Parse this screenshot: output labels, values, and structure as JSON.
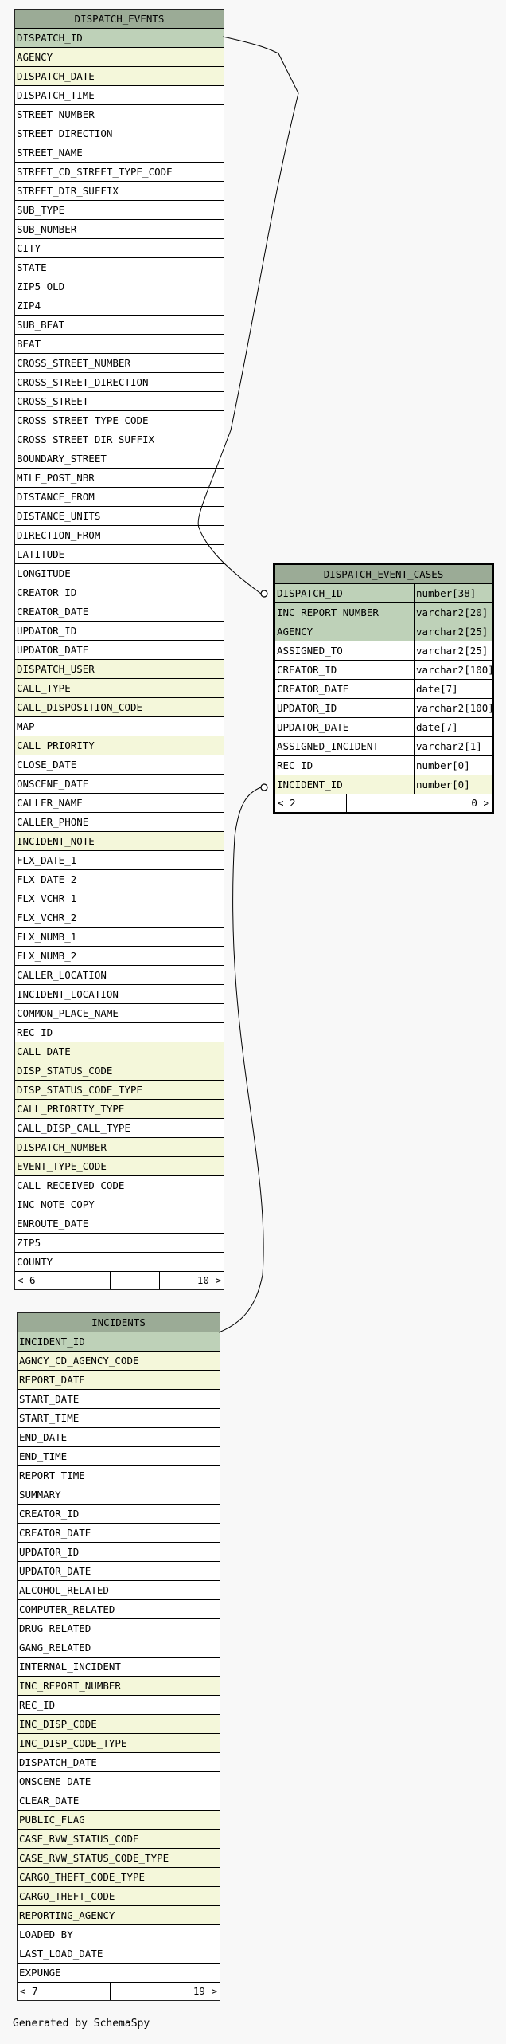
{
  "tables": {
    "dispatch_events": {
      "title": "DISPATCH_EVENTS",
      "columns": [
        {
          "name": "DISPATCH_ID",
          "kind": "pk"
        },
        {
          "name": "AGENCY",
          "kind": "fk"
        },
        {
          "name": "DISPATCH_DATE",
          "kind": "fk"
        },
        {
          "name": "DISPATCH_TIME",
          "kind": "plain"
        },
        {
          "name": "STREET_NUMBER",
          "kind": "plain"
        },
        {
          "name": "STREET_DIRECTION",
          "kind": "plain"
        },
        {
          "name": "STREET_NAME",
          "kind": "plain"
        },
        {
          "name": "STREET_CD_STREET_TYPE_CODE",
          "kind": "plain"
        },
        {
          "name": "STREET_DIR_SUFFIX",
          "kind": "plain"
        },
        {
          "name": "SUB_TYPE",
          "kind": "plain"
        },
        {
          "name": "SUB_NUMBER",
          "kind": "plain"
        },
        {
          "name": "CITY",
          "kind": "plain"
        },
        {
          "name": "STATE",
          "kind": "plain"
        },
        {
          "name": "ZIP5_OLD",
          "kind": "plain"
        },
        {
          "name": "ZIP4",
          "kind": "plain"
        },
        {
          "name": "SUB_BEAT",
          "kind": "plain"
        },
        {
          "name": "BEAT",
          "kind": "plain"
        },
        {
          "name": "CROSS_STREET_NUMBER",
          "kind": "plain"
        },
        {
          "name": "CROSS_STREET_DIRECTION",
          "kind": "plain"
        },
        {
          "name": "CROSS_STREET",
          "kind": "plain"
        },
        {
          "name": "CROSS_STREET_TYPE_CODE",
          "kind": "plain"
        },
        {
          "name": "CROSS_STREET_DIR_SUFFIX",
          "kind": "plain"
        },
        {
          "name": "BOUNDARY_STREET",
          "kind": "plain"
        },
        {
          "name": "MILE_POST_NBR",
          "kind": "plain"
        },
        {
          "name": "DISTANCE_FROM",
          "kind": "plain"
        },
        {
          "name": "DISTANCE_UNITS",
          "kind": "plain"
        },
        {
          "name": "DIRECTION_FROM",
          "kind": "plain"
        },
        {
          "name": "LATITUDE",
          "kind": "plain"
        },
        {
          "name": "LONGITUDE",
          "kind": "plain"
        },
        {
          "name": "CREATOR_ID",
          "kind": "plain"
        },
        {
          "name": "CREATOR_DATE",
          "kind": "plain"
        },
        {
          "name": "UPDATOR_ID",
          "kind": "plain"
        },
        {
          "name": "UPDATOR_DATE",
          "kind": "plain"
        },
        {
          "name": "DISPATCH_USER",
          "kind": "fk"
        },
        {
          "name": "CALL_TYPE",
          "kind": "fk"
        },
        {
          "name": "CALL_DISPOSITION_CODE",
          "kind": "fk"
        },
        {
          "name": "MAP",
          "kind": "plain"
        },
        {
          "name": "CALL_PRIORITY",
          "kind": "fk"
        },
        {
          "name": "CLOSE_DATE",
          "kind": "plain"
        },
        {
          "name": "ONSCENE_DATE",
          "kind": "plain"
        },
        {
          "name": "CALLER_NAME",
          "kind": "plain"
        },
        {
          "name": "CALLER_PHONE",
          "kind": "plain"
        },
        {
          "name": "INCIDENT_NOTE",
          "kind": "fk"
        },
        {
          "name": "FLX_DATE_1",
          "kind": "plain"
        },
        {
          "name": "FLX_DATE_2",
          "kind": "plain"
        },
        {
          "name": "FLX_VCHR_1",
          "kind": "plain"
        },
        {
          "name": "FLX_VCHR_2",
          "kind": "plain"
        },
        {
          "name": "FLX_NUMB_1",
          "kind": "plain"
        },
        {
          "name": "FLX_NUMB_2",
          "kind": "plain"
        },
        {
          "name": "CALLER_LOCATION",
          "kind": "plain"
        },
        {
          "name": "INCIDENT_LOCATION",
          "kind": "plain"
        },
        {
          "name": "COMMON_PLACE_NAME",
          "kind": "plain"
        },
        {
          "name": "REC_ID",
          "kind": "plain"
        },
        {
          "name": "CALL_DATE",
          "kind": "fk"
        },
        {
          "name": "DISP_STATUS_CODE",
          "kind": "fk"
        },
        {
          "name": "DISP_STATUS_CODE_TYPE",
          "kind": "fk"
        },
        {
          "name": "CALL_PRIORITY_TYPE",
          "kind": "fk"
        },
        {
          "name": "CALL_DISP_CALL_TYPE",
          "kind": "plain"
        },
        {
          "name": "DISPATCH_NUMBER",
          "kind": "fk"
        },
        {
          "name": "EVENT_TYPE_CODE",
          "kind": "fk"
        },
        {
          "name": "CALL_RECEIVED_CODE",
          "kind": "plain"
        },
        {
          "name": "INC_NOTE_COPY",
          "kind": "plain"
        },
        {
          "name": "ENROUTE_DATE",
          "kind": "plain"
        },
        {
          "name": "ZIP5",
          "kind": "plain"
        },
        {
          "name": "COUNTY",
          "kind": "plain"
        }
      ],
      "footer": {
        "left": "< 6",
        "mid": "",
        "right": "10 >"
      }
    },
    "dispatch_event_cases": {
      "title": "DISPATCH_EVENT_CASES",
      "columns": [
        {
          "name": "DISPATCH_ID",
          "type": "number[38]",
          "kind": "pk"
        },
        {
          "name": "INC_REPORT_NUMBER",
          "type": "varchar2[20]",
          "kind": "pk"
        },
        {
          "name": "AGENCY",
          "type": "varchar2[25]",
          "kind": "pk"
        },
        {
          "name": "ASSIGNED_TO",
          "type": "varchar2[25]",
          "kind": "plain"
        },
        {
          "name": "CREATOR_ID",
          "type": "varchar2[100]",
          "kind": "plain"
        },
        {
          "name": "CREATOR_DATE",
          "type": "date[7]",
          "kind": "plain"
        },
        {
          "name": "UPDATOR_ID",
          "type": "varchar2[100]",
          "kind": "plain"
        },
        {
          "name": "UPDATOR_DATE",
          "type": "date[7]",
          "kind": "plain"
        },
        {
          "name": "ASSIGNED_INCIDENT",
          "type": "varchar2[1]",
          "kind": "plain"
        },
        {
          "name": "REC_ID",
          "type": "number[0]",
          "kind": "plain"
        },
        {
          "name": "INCIDENT_ID",
          "type": "number[0]",
          "kind": "fk"
        }
      ],
      "footer": {
        "left": "< 2",
        "mid": "",
        "right": "0 >"
      }
    },
    "incidents": {
      "title": "INCIDENTS",
      "columns": [
        {
          "name": "INCIDENT_ID",
          "kind": "pk"
        },
        {
          "name": "AGNCY_CD_AGENCY_CODE",
          "kind": "fk"
        },
        {
          "name": "REPORT_DATE",
          "kind": "fk"
        },
        {
          "name": "START_DATE",
          "kind": "plain"
        },
        {
          "name": "START_TIME",
          "kind": "plain"
        },
        {
          "name": "END_DATE",
          "kind": "plain"
        },
        {
          "name": "END_TIME",
          "kind": "plain"
        },
        {
          "name": "REPORT_TIME",
          "kind": "plain"
        },
        {
          "name": "SUMMARY",
          "kind": "plain"
        },
        {
          "name": "CREATOR_ID",
          "kind": "plain"
        },
        {
          "name": "CREATOR_DATE",
          "kind": "plain"
        },
        {
          "name": "UPDATOR_ID",
          "kind": "plain"
        },
        {
          "name": "UPDATOR_DATE",
          "kind": "plain"
        },
        {
          "name": "ALCOHOL_RELATED",
          "kind": "plain"
        },
        {
          "name": "COMPUTER_RELATED",
          "kind": "plain"
        },
        {
          "name": "DRUG_RELATED",
          "kind": "plain"
        },
        {
          "name": "GANG_RELATED",
          "kind": "plain"
        },
        {
          "name": "INTERNAL_INCIDENT",
          "kind": "plain"
        },
        {
          "name": "INC_REPORT_NUMBER",
          "kind": "fk"
        },
        {
          "name": "REC_ID",
          "kind": "plain"
        },
        {
          "name": "INC_DISP_CODE",
          "kind": "fk"
        },
        {
          "name": "INC_DISP_CODE_TYPE",
          "kind": "fk"
        },
        {
          "name": "DISPATCH_DATE",
          "kind": "plain"
        },
        {
          "name": "ONSCENE_DATE",
          "kind": "plain"
        },
        {
          "name": "CLEAR_DATE",
          "kind": "plain"
        },
        {
          "name": "PUBLIC_FLAG",
          "kind": "fk"
        },
        {
          "name": "CASE_RVW_STATUS_CODE",
          "kind": "fk"
        },
        {
          "name": "CASE_RVW_STATUS_CODE_TYPE",
          "kind": "fk"
        },
        {
          "name": "CARGO_THEFT_CODE_TYPE",
          "kind": "fk"
        },
        {
          "name": "CARGO_THEFT_CODE",
          "kind": "fk"
        },
        {
          "name": "REPORTING_AGENCY",
          "kind": "fk"
        },
        {
          "name": "LOADED_BY",
          "kind": "plain"
        },
        {
          "name": "LAST_LOAD_DATE",
          "kind": "plain"
        },
        {
          "name": "EXPUNGE",
          "kind": "plain"
        }
      ],
      "footer": {
        "left": "< 7",
        "mid": "",
        "right": "19 >"
      }
    }
  },
  "colors": {
    "header": "#9bab96",
    "pk": "#bed1b8",
    "fk": "#f4f7da",
    "plain": "#ffffff",
    "background": "#f8f8f8",
    "line": "#000000"
  },
  "credit": "Generated by SchemaSpy"
}
